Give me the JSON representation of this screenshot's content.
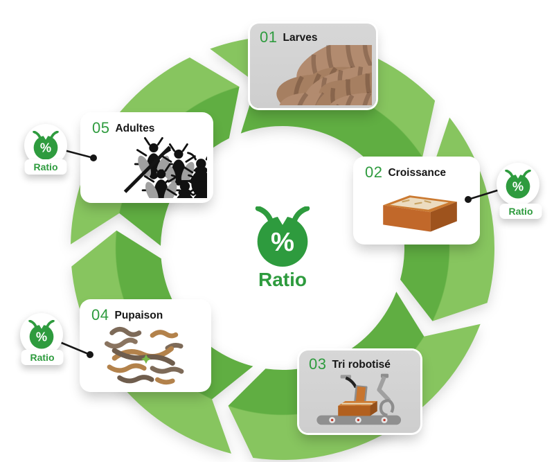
{
  "diagram": {
    "center": {
      "symbol": "%",
      "label": "Ratio"
    },
    "stages": [
      {
        "number": "01",
        "label": "Larves",
        "card_style": "gray",
        "illustration": "larvae"
      },
      {
        "number": "02",
        "label": "Croissance",
        "card_style": "white",
        "illustration": "rearing-crate"
      },
      {
        "number": "03",
        "label": "Tri robotisé",
        "card_style": "gray",
        "illustration": "robot-sorter"
      },
      {
        "number": "04",
        "label": "Pupaison",
        "card_style": "white",
        "illustration": "pupae-worms"
      },
      {
        "number": "05",
        "label": "Adultes",
        "card_style": "white",
        "illustration": "flies-vs-beetles-slash"
      }
    ],
    "ratio_badges": [
      {
        "label": "Ratio",
        "attached_to_stage": "05"
      },
      {
        "label": "Ratio",
        "attached_to_stage": "02"
      },
      {
        "label": "Ratio",
        "attached_to_stage": "04"
      }
    ],
    "icons": {
      "bug_percent": "bug-head-with-antennae-and-percent-sign"
    },
    "colors": {
      "accent_green": "#2E9B3E",
      "ring_light": "#87C55F",
      "ring_dark": "#60AE42",
      "card_gray": "#D3D3D3",
      "connector_black": "#161616"
    }
  }
}
